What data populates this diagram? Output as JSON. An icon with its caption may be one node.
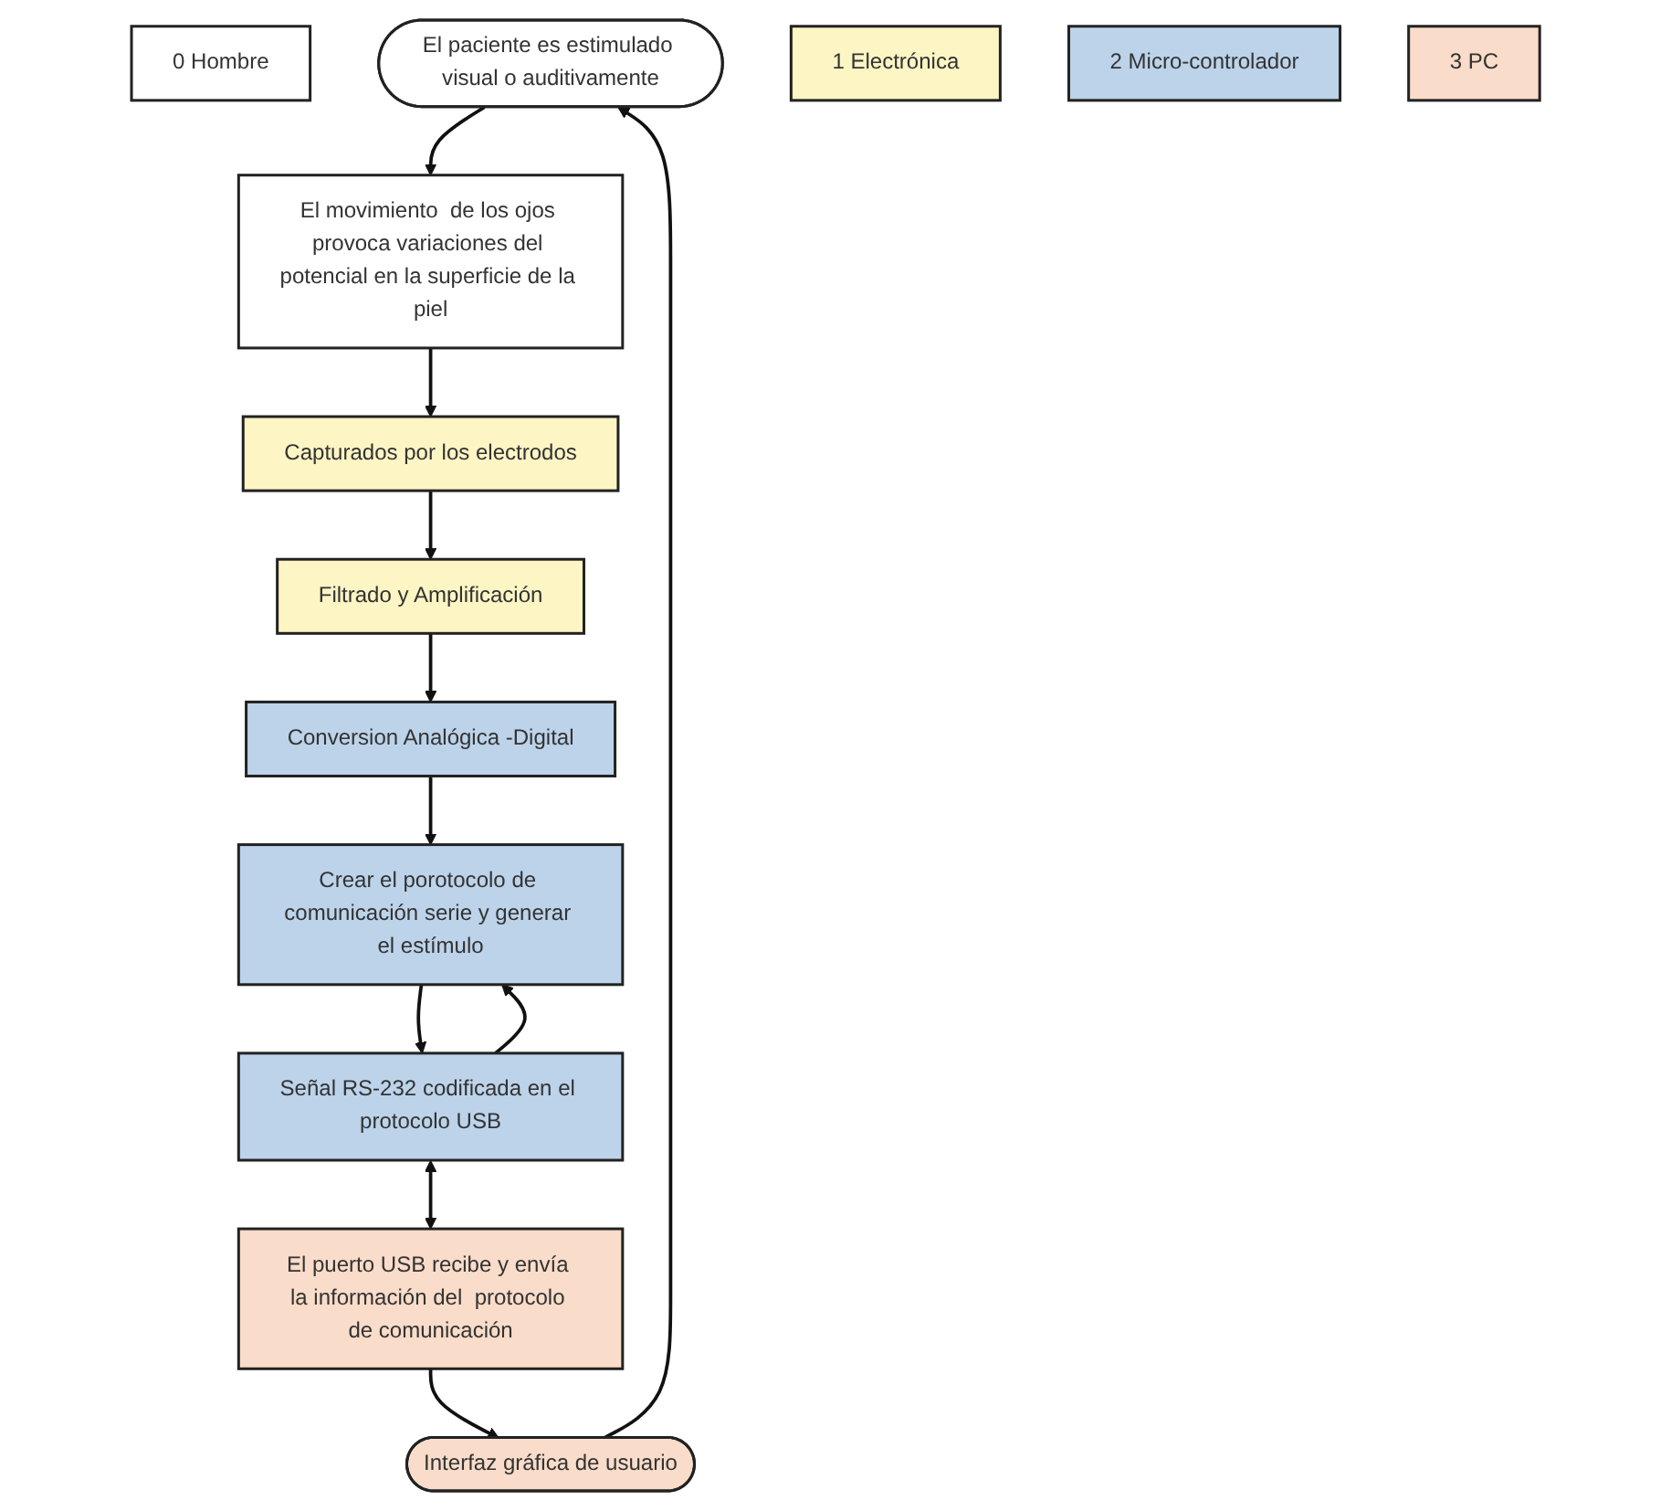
{
  "diagram": {
    "nodes": [
      {
        "text": [
          "0 Hombre"
        ]
      },
      {
        "text": [
          "El paciente es estimulado visual o auditivamente"
        ]
      },
      {
        "text": [
          "El movimiento  de los ojos provoca variaciones del potencial en la superficie de la piel"
        ]
      },
      {
        "text": [
          "1 Electrónica"
        ]
      },
      {
        "text": [
          "Capturados por los electrodos"
        ]
      },
      {
        "text": [
          "Filtrado y Amplificación"
        ]
      },
      {
        "text": [
          "2 Micro-controlador"
        ]
      },
      {
        "text": [
          "Conversion Analógica -Digital"
        ]
      },
      {
        "text": [
          "Crear el porotocolo de comunicación serie y generar el estímulo"
        ]
      },
      {
        "text": [
          "Señal RS-232 codificada en el protocolo USB"
        ]
      },
      {
        "text": [
          "3 PC"
        ]
      },
      {
        "text": [
          "El puerto USB recibe y envía la información del  protocolo de comunicación"
        ]
      },
      {
        "text": [
          "Interfaz gráfica de usuario"
        ]
      }
    ],
    "edges": [
      {
        "from": 12,
        "to": 1,
        "arrow": "to"
      },
      {
        "from": 1,
        "to": 2,
        "arrow": "to"
      },
      {
        "from": 2,
        "to": 4,
        "arrow": "to"
      },
      {
        "from": 4,
        "to": 5,
        "arrow": "to"
      },
      {
        "from": 5,
        "to": 7,
        "arrow": "to"
      },
      {
        "from": 7,
        "to": 8,
        "arrow": "to"
      },
      {
        "from": 9,
        "to": 8,
        "arrow": "to"
      },
      {
        "from": 8,
        "to": 9,
        "arrow": "to"
      },
      {
        "from": 9,
        "to": 11,
        "arrow": "both"
      },
      {
        "from": 11,
        "to": 12,
        "arrow": "to"
      }
    ]
  }
}
